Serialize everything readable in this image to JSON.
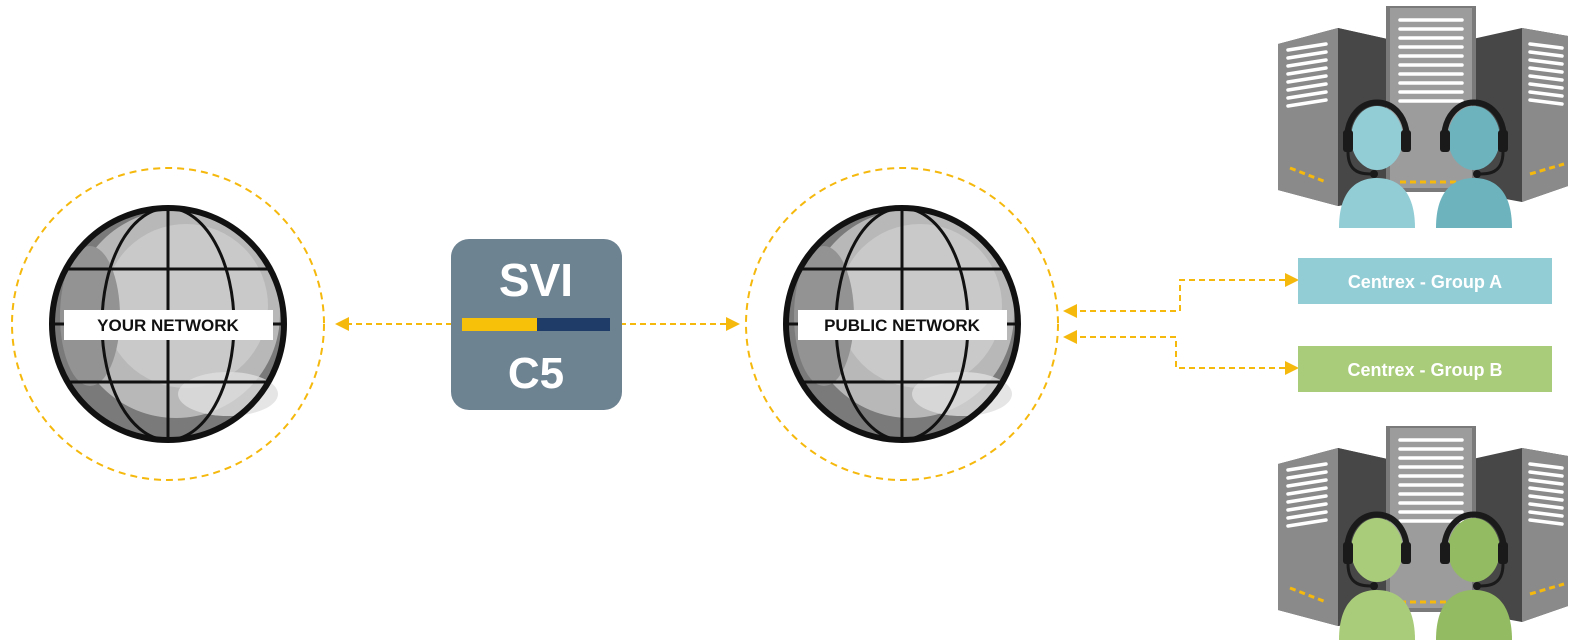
{
  "networks": {
    "your": {
      "label": "YOUR NETWORK"
    },
    "public": {
      "label": "PUBLIC NETWORK"
    }
  },
  "badge": {
    "top": "SVI",
    "bottom": "C5"
  },
  "groups": [
    {
      "label": "Centrex - Group A",
      "color": "#92CDD6"
    },
    {
      "label": "Centrex - Group B",
      "color": "#A9CC7A"
    }
  ],
  "colors": {
    "arrow": "#F5B80C",
    "badge_bg": "#6E8392",
    "badge_bar_yellow": "#F7C10A",
    "badge_bar_blue": "#1F3C68",
    "agent_teal": "#92CDD6",
    "agent_green": "#A9CC7A"
  },
  "icons": {
    "globe": "globe-icon",
    "server": "server-rack-icon",
    "agent": "headset-agent-icon"
  }
}
